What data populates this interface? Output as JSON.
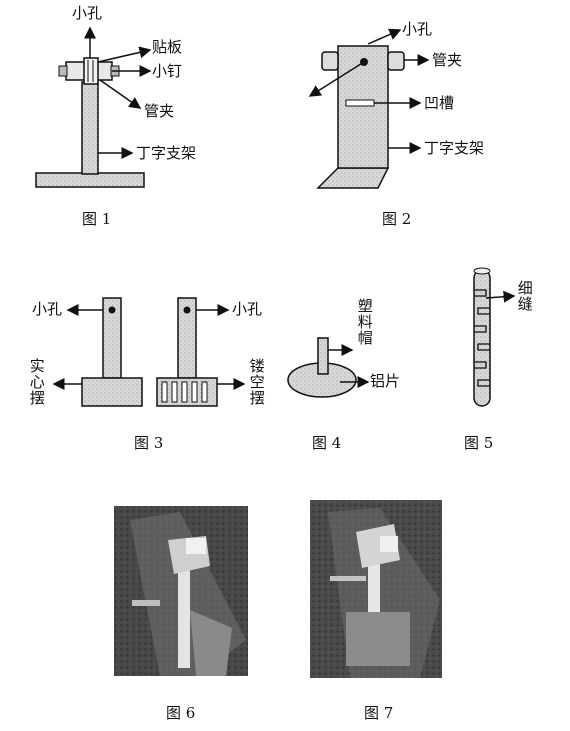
{
  "figures": [
    {
      "caption": "图 1",
      "labels": {
        "hole": "小孔",
        "plate": "贴板",
        "nail": "小钉",
        "clamp": "管夹",
        "stand": "丁字支架"
      }
    },
    {
      "caption": "图 2",
      "labels": {
        "hole": "小孔",
        "clamp": "管夹",
        "groove": "凹槽",
        "stand": "丁字支架"
      }
    },
    {
      "caption": "图 3",
      "labels": {
        "hole_left": "小孔",
        "hole_right": "小孔",
        "solid_pendulum": "实心摆",
        "hollow_pendulum": "镂空摆"
      }
    },
    {
      "caption": "图 4",
      "labels": {
        "plastic_cap": "塑料帽",
        "aluminum_sheet": "铝片"
      }
    },
    {
      "caption": "图 5",
      "labels": {
        "slit": "细缝"
      }
    },
    {
      "caption": "图 6",
      "labels": {}
    },
    {
      "caption": "图 7",
      "labels": {}
    }
  ]
}
